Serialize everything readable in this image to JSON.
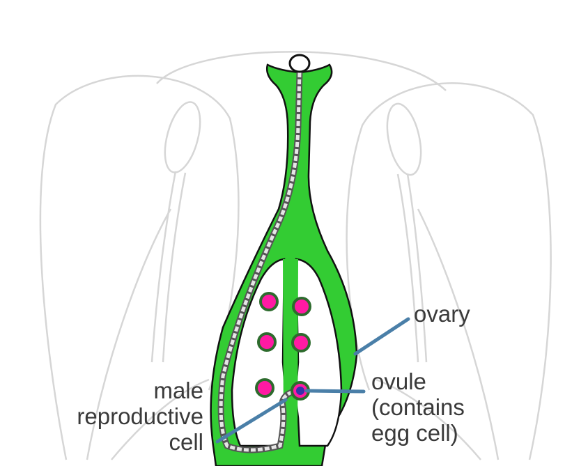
{
  "labels": {
    "ovary": "ovary",
    "ovule": [
      "ovule",
      "(contains",
      "egg cell)"
    ],
    "male_cell": [
      "male",
      "reproductive",
      "cell"
    ]
  },
  "colors": {
    "pistil_fill": "#33cc33",
    "pistil_outline": "#111111",
    "ovule_fill": "#ff1aa3",
    "egg_nucleus": "#3333aa",
    "pollen_tube": "#dddddd",
    "pointer_line": "#4a7fa8",
    "petal_outline": "#d6d6d6",
    "label_text": "#3a3a3a"
  }
}
